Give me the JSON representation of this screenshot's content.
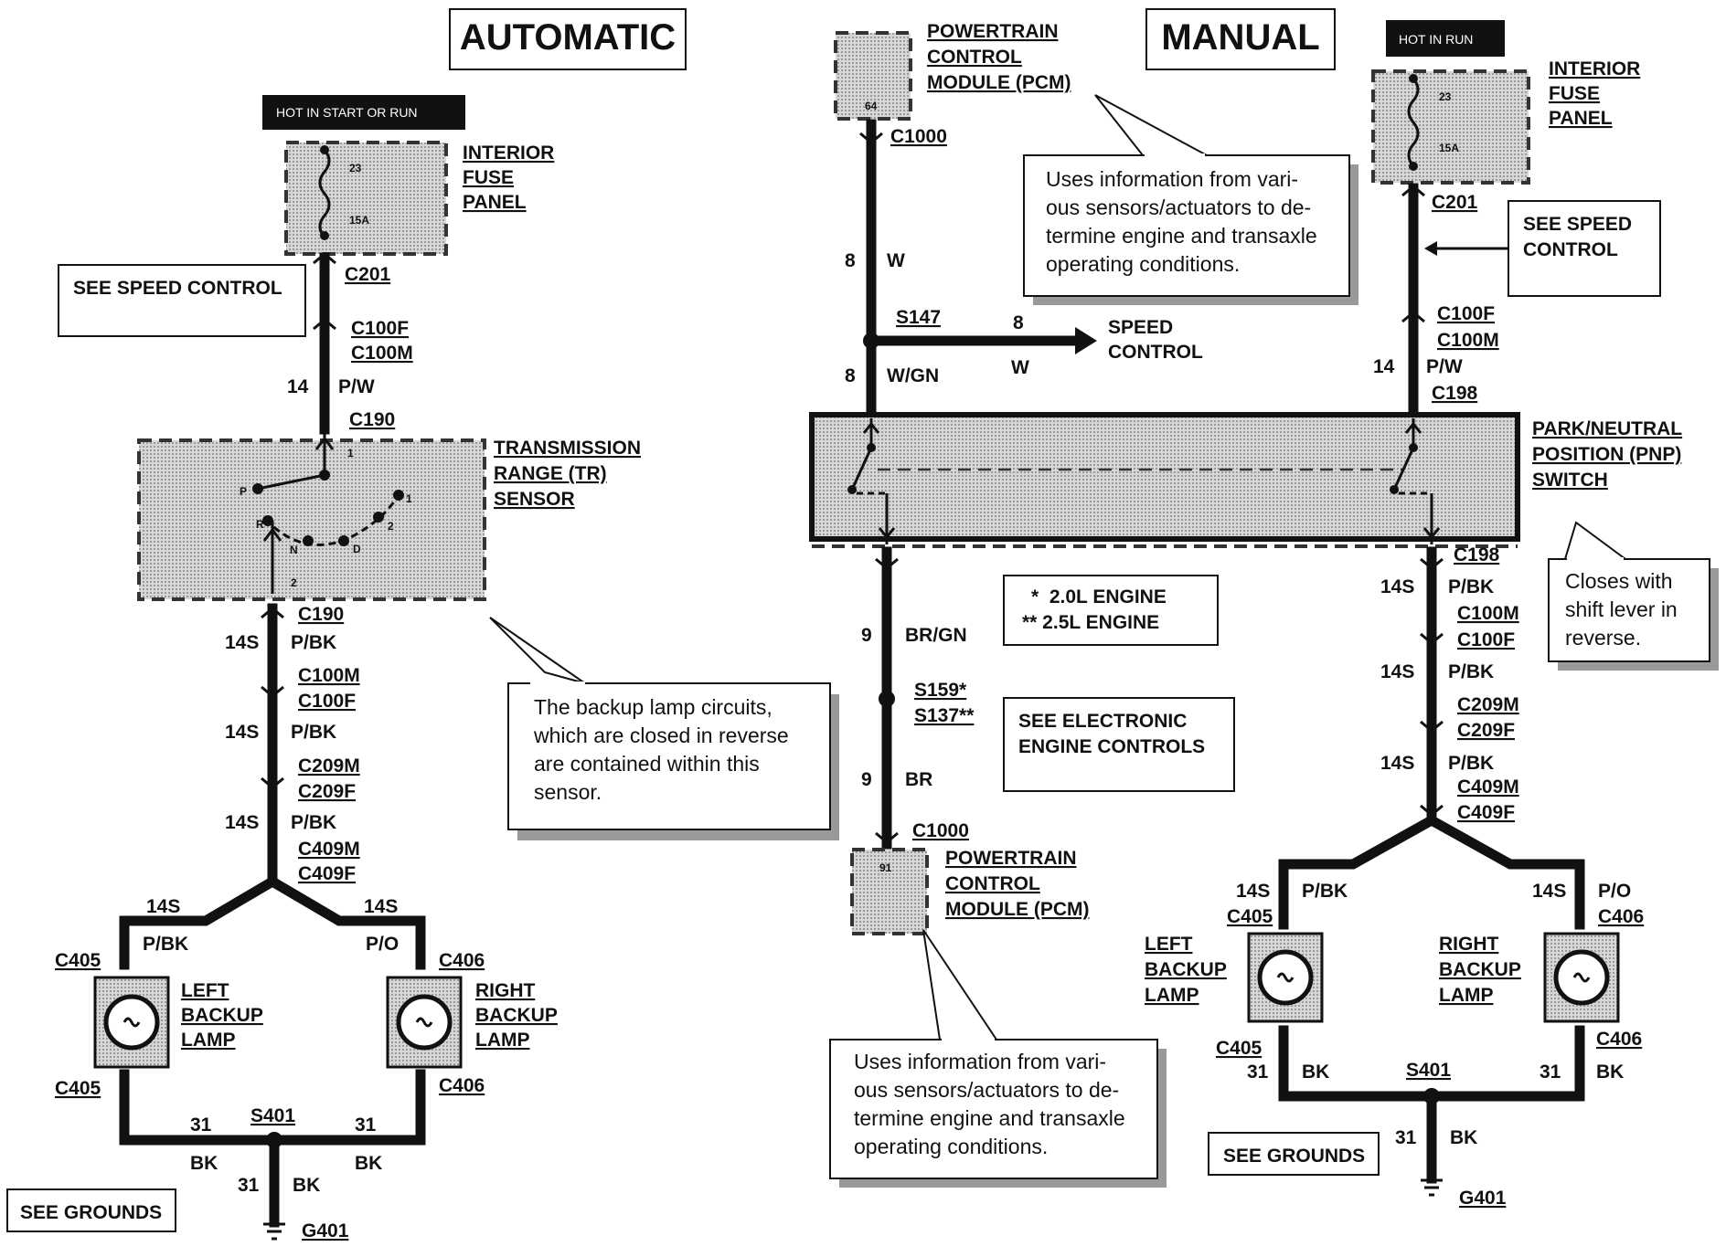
{
  "auto": {
    "title": "AUTOMATIC",
    "hot": "HOT IN START OR RUN",
    "fuse_panel": [
      "INTERIOR",
      "FUSE",
      "PANEL"
    ],
    "fuse_num": "23",
    "fuse_amp": "15A",
    "see_speed": "SEE SPEED CONTROL",
    "c201": "C201",
    "c100f": "C100F",
    "c100m": "C100M",
    "g14": "14",
    "pw": "P/W",
    "c190": "C190",
    "tr_sensor": [
      "TRANSMISSION",
      "RANGE (TR)",
      "SENSOR"
    ],
    "tr_pos": [
      "P",
      "R",
      "N",
      "D",
      "2",
      "1"
    ],
    "tr_pin1": "1",
    "tr_pin2": "2",
    "c190b": "C190",
    "g14s": "14S",
    "pbk": "P/BK",
    "c100m2": "C100M",
    "c100f2": "C100F",
    "c209m": "C209M",
    "c209f": "C209F",
    "c409m": "C409M",
    "c409f": "C409F",
    "po": "P/O",
    "c405": "C405",
    "c406": "C406",
    "left_lamp": [
      "LEFT",
      "BACKUP",
      "LAMP"
    ],
    "right_lamp": [
      "RIGHT",
      "BACKUP",
      "LAMP"
    ],
    "g31": "31",
    "bk": "BK",
    "s401": "S401",
    "see_grounds": "SEE GROUNDS",
    "g401": "G401",
    "callout": [
      "The backup lamp circuits,",
      "which are closed in reverse",
      "are contained within this",
      "sensor."
    ]
  },
  "manual": {
    "title": "MANUAL",
    "hot": "HOT IN RUN",
    "pcm": [
      "POWERTRAIN",
      "CONTROL",
      "MODULE (PCM)"
    ],
    "pcm_pin_top": "64",
    "pcm_pin_bot": "91",
    "c1000": "C1000",
    "g8": "8",
    "w": "W",
    "wgn": "W/GN",
    "s147": "S147",
    "speed_control": [
      "SPEED",
      "CONTROL"
    ],
    "callout_top": [
      "Uses information from vari-",
      "ous sensors/actuators to de-",
      "termine engine and transaxle",
      "operating conditions."
    ],
    "callout_bot": [
      "Uses information from vari-",
      "ous sensors/actuators to de-",
      "termine engine and transaxle",
      "operating conditions."
    ],
    "fuse_panel": [
      "INTERIOR",
      "FUSE",
      "PANEL"
    ],
    "fuse_num": "23",
    "fuse_amp": "15A",
    "c201": "C201",
    "see_speed": [
      "SEE SPEED",
      "CONTROL"
    ],
    "c100f": "C100F",
    "c100m": "C100M",
    "g14": "14",
    "pw": "P/W",
    "c198": "C198",
    "pnp": [
      "PARK/NEUTRAL",
      "POSITION (PNP)",
      "SWITCH"
    ],
    "pnp_callout": [
      "Closes with",
      "shift lever in",
      "reverse."
    ],
    "g9": "9",
    "brgn": "BR/GN",
    "br": "BR",
    "engines": [
      "*  2.0L ENGINE",
      "** 2.5L ENGINE"
    ],
    "s159": "S159*",
    "s137": "S137**",
    "see_eec": [
      "SEE ELECTRONIC",
      "ENGINE CONTROLS"
    ],
    "g14s": "14S",
    "pbk": "P/BK",
    "c100m2": "C100M",
    "c100f2": "C100F",
    "c209m": "C209M",
    "c209f": "C209F",
    "c409m": "C409M",
    "c409f": "C409F",
    "po": "P/O",
    "c405": "C405",
    "c406": "C406",
    "left_lamp": [
      "LEFT",
      "BACKUP",
      "LAMP"
    ],
    "right_lamp": [
      "RIGHT",
      "BACKUP",
      "LAMP"
    ],
    "g31": "31",
    "bk": "BK",
    "s401": "S401",
    "see_grounds": "SEE GROUNDS",
    "g401": "G401"
  }
}
